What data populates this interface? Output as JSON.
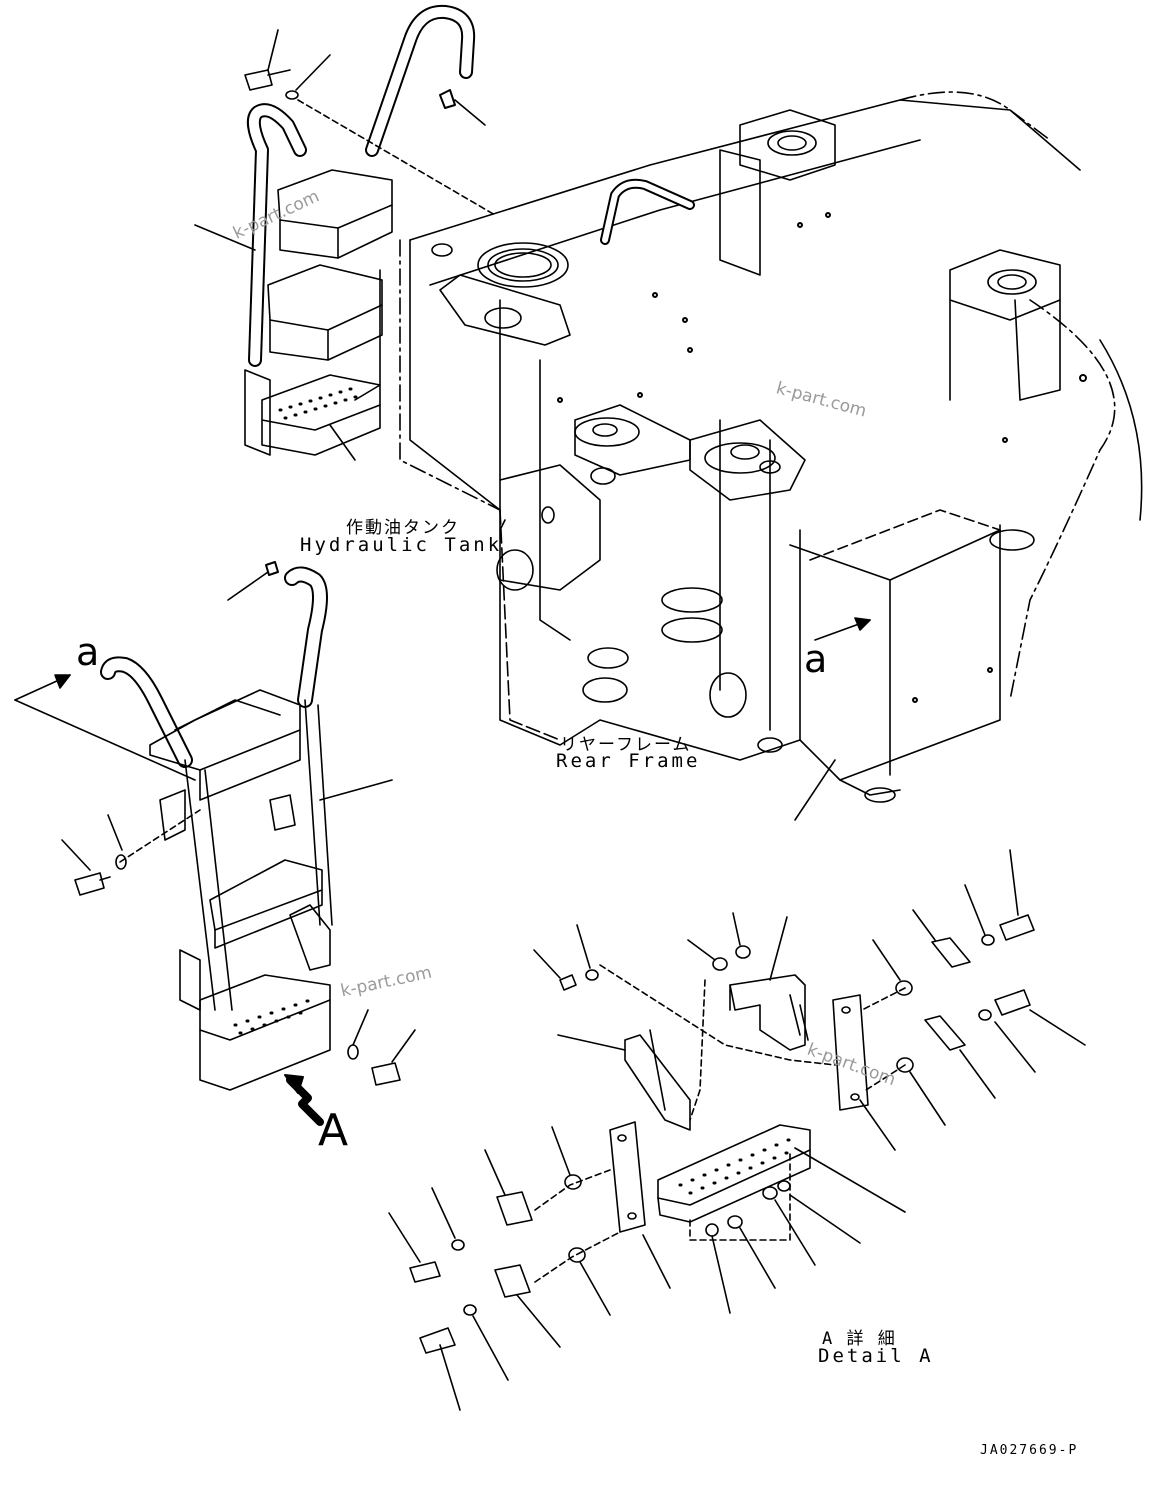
{
  "labels": {
    "hydraulic_tank_jp": "作動油タンク",
    "hydraulic_tank_en": "Hydraulic Tank",
    "rear_frame_jp": "リヤーフレーム",
    "rear_frame_en": "Rear Frame",
    "detail_jp": "A 詳 細",
    "detail_en": "Detail A",
    "view_a_upper": "a",
    "view_a_frame": "a",
    "view_A": "A",
    "drawing_code": "JA027669-P"
  },
  "watermarks": [
    "k-part.com",
    "k-part.com",
    "k-part.com",
    "k-part.com"
  ],
  "colors": {
    "line": "#000000",
    "watermark": "#9a9a9a",
    "background": "#ffffff"
  }
}
